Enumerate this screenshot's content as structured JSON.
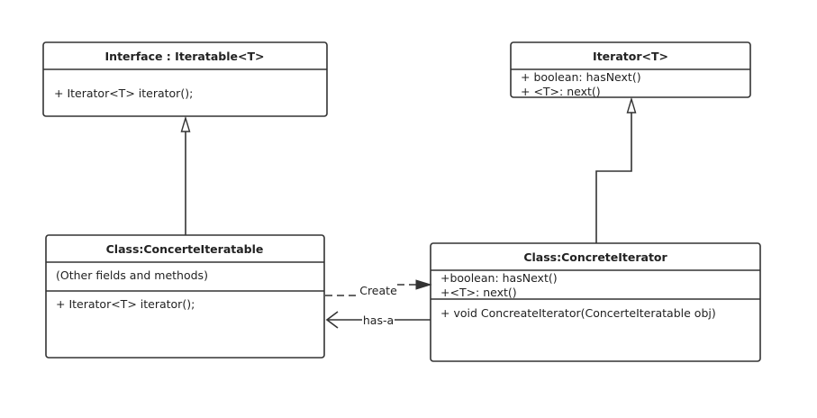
{
  "classes": {
    "iteratable_interface": {
      "title": "Interface : Iteratable<T>",
      "methods": [
        "+ Iterator<T>  iterator();"
      ]
    },
    "iterator_interface": {
      "title": "Iterator<T>",
      "methods": [
        "+ boolean: hasNext()",
        "+ <T>: next()"
      ]
    },
    "concrete_iteratable": {
      "title": "Class:ConcerteIteratable",
      "fields": [
        "(Other fields and methods)"
      ],
      "methods": [
        "+ Iterator<T>  iterator();"
      ]
    },
    "concrete_iterator": {
      "title": "Class:ConcreteIterator",
      "fields": [
        "+boolean: hasNext()",
        "+<T>: next()"
      ],
      "methods": [
        "+ void ConcreateIterator(ConcerteIteratable obj)"
      ]
    }
  },
  "relations": {
    "create_label": "Create",
    "has_a_label": "has-a"
  },
  "colors": {
    "stroke": "#333333",
    "text": "#222222",
    "background": "#ffffff"
  }
}
